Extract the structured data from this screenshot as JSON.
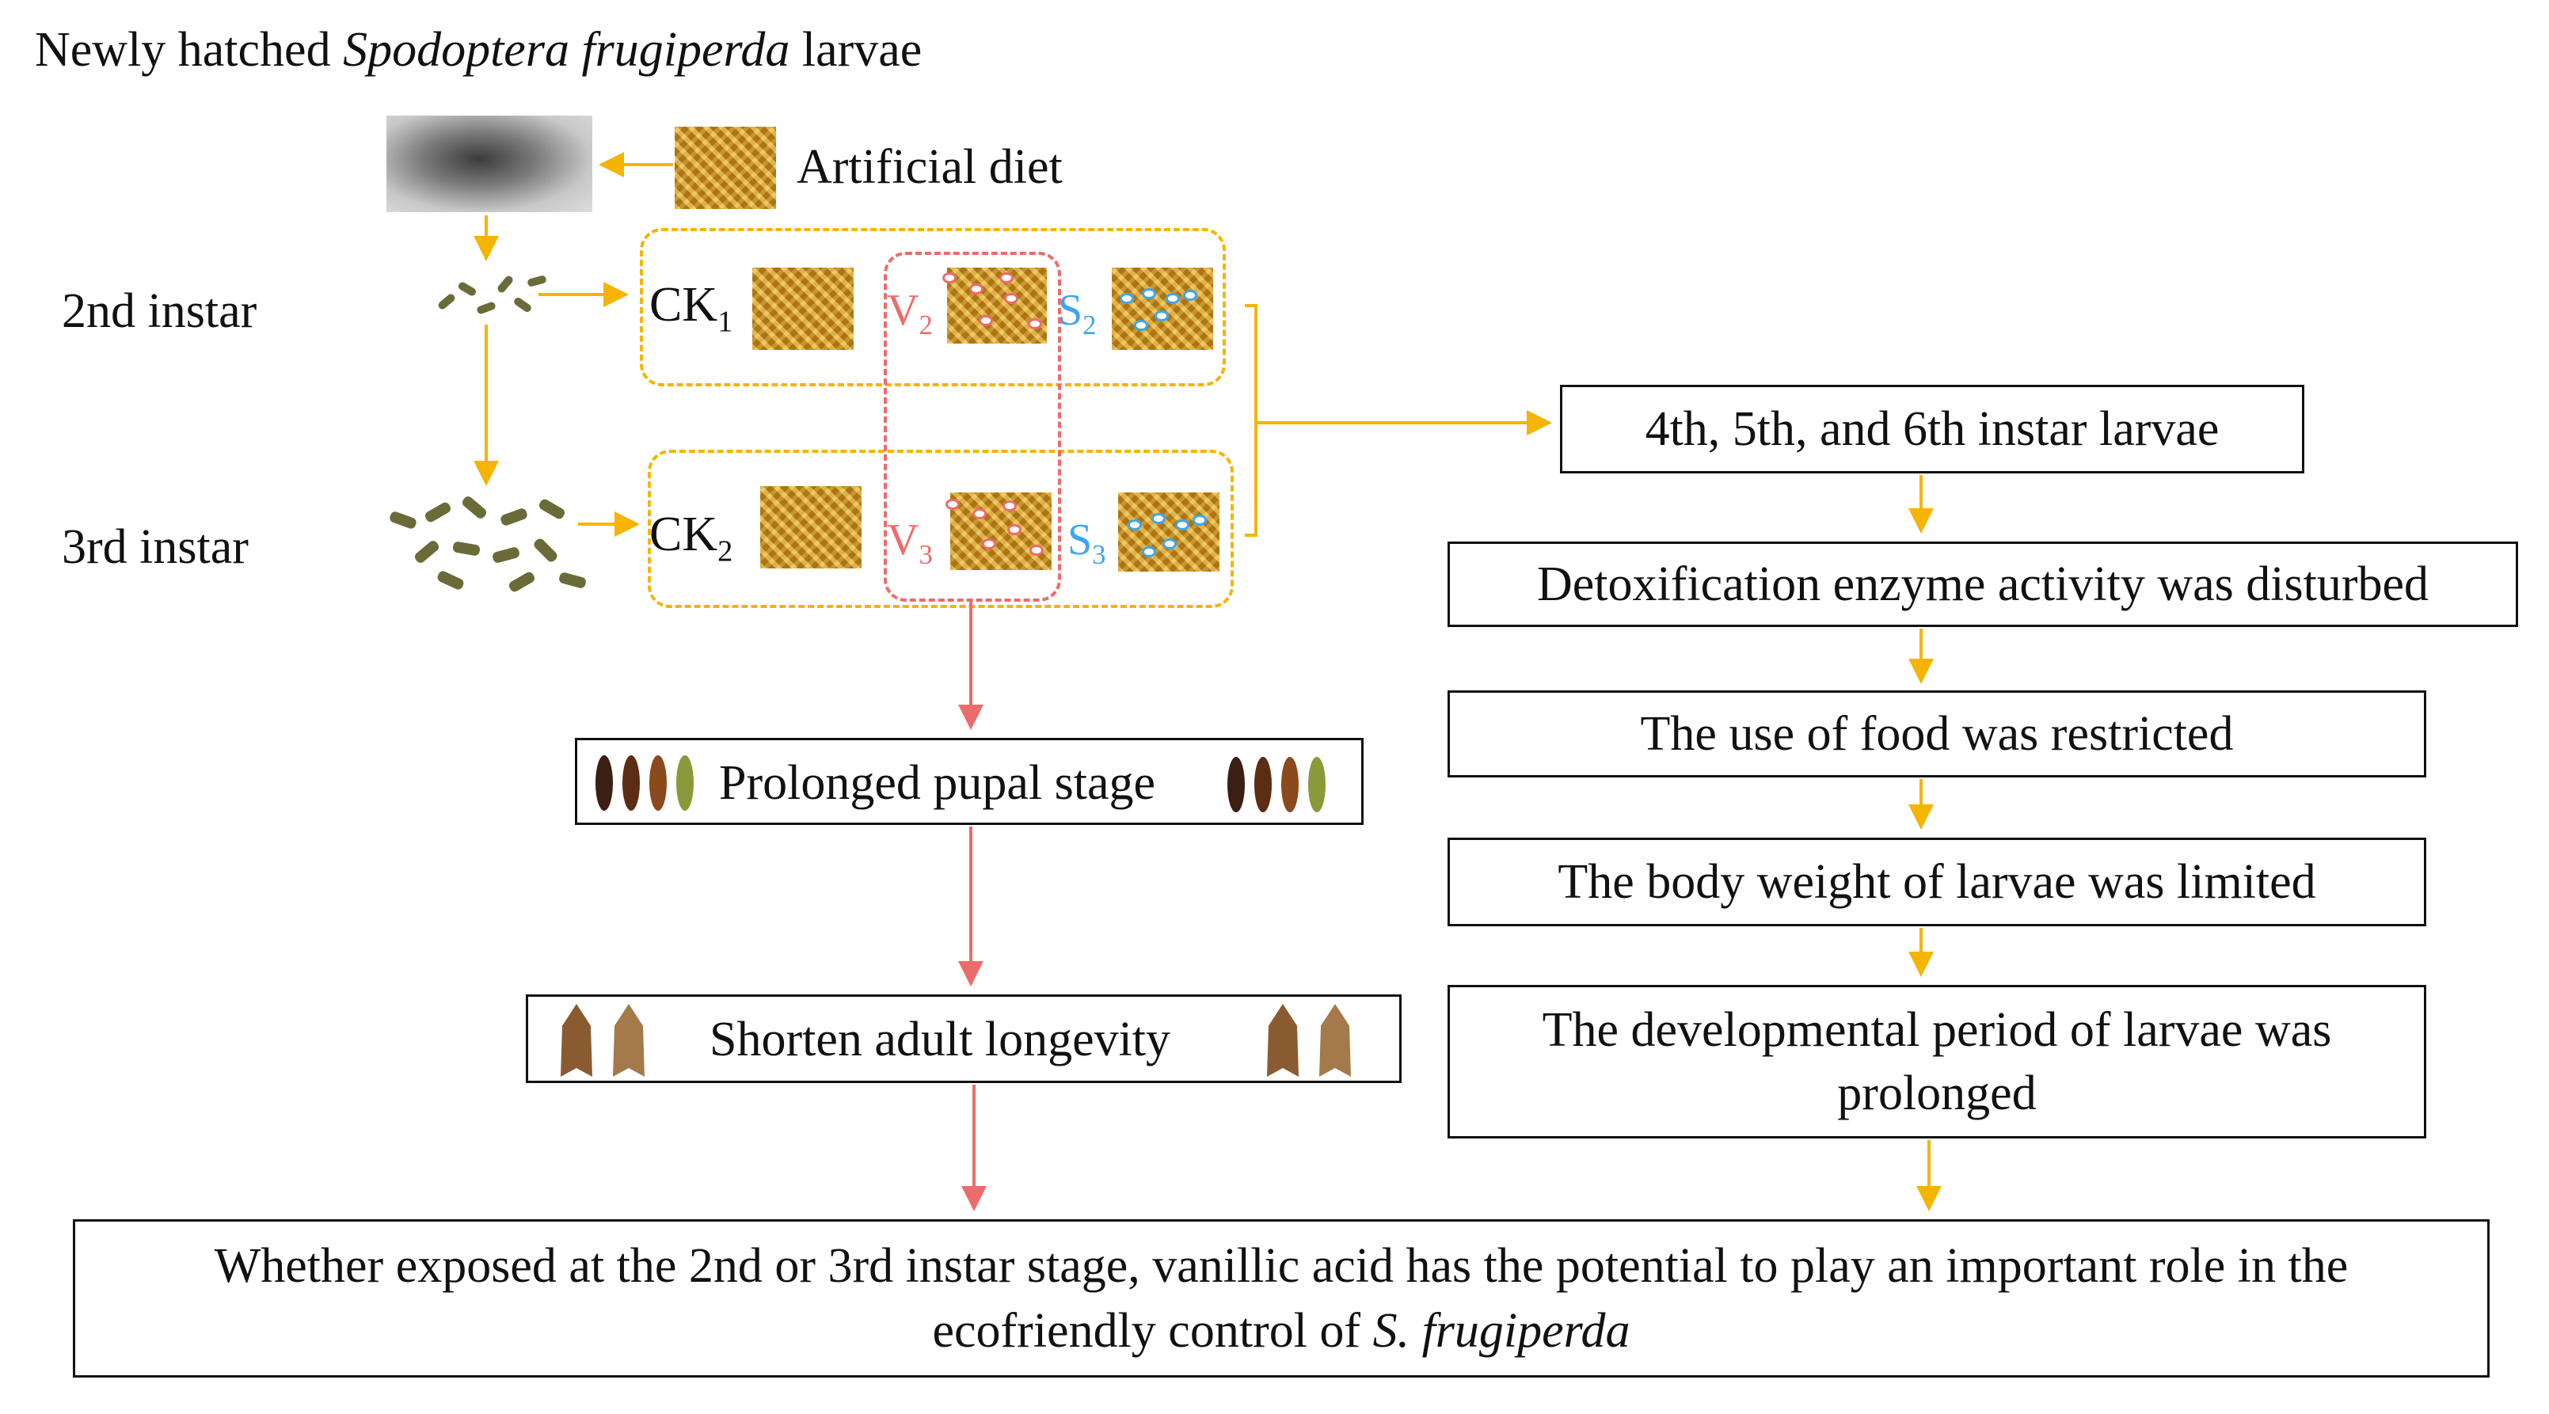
{
  "header": {
    "title_pre": "Newly hatched ",
    "title_italic": "Spodoptera frugiperda",
    "title_post": " larvae"
  },
  "diet_label": "Artificial diet",
  "stages": {
    "second": "2nd instar",
    "third": "3rd instar"
  },
  "groups": {
    "ck_main": "CK",
    "v_main": "V",
    "s_main": "S",
    "sub_2nd": "1",
    "sub_2nd_vs": "2",
    "sub_3rd_ck": "2",
    "sub_3rd_vs": "3"
  },
  "left_flow": {
    "pupal": "Prolonged pupal stage",
    "adult": "Shorten adult longevity"
  },
  "right_flow": {
    "larvae": "4th, 5th, and 6th instar larvae",
    "enzyme": "Detoxification enzyme activity was disturbed",
    "food": "The use of food was restricted",
    "weight": "The body weight of larvae was limited",
    "development": "The developmental period of larvae was prolonged"
  },
  "conclusion": {
    "text_pre": "Whether exposed at the 2nd or 3rd instar stage, vanillic acid has the potential to play an important role in the ecofriendly control of ",
    "text_italic": "S. frugiperda"
  },
  "colors": {
    "yellow_arrow": "#f5b400",
    "red_arrow": "#ee6b6b",
    "blue_label": "#3ea6f0",
    "red_label": "#ee6b6b"
  },
  "icons": {
    "larvae_photo": "larvae-photo-icon",
    "diet_photo": "diet-photo-icon",
    "pupa": "pupa-icon",
    "moth": "moth-icon"
  }
}
